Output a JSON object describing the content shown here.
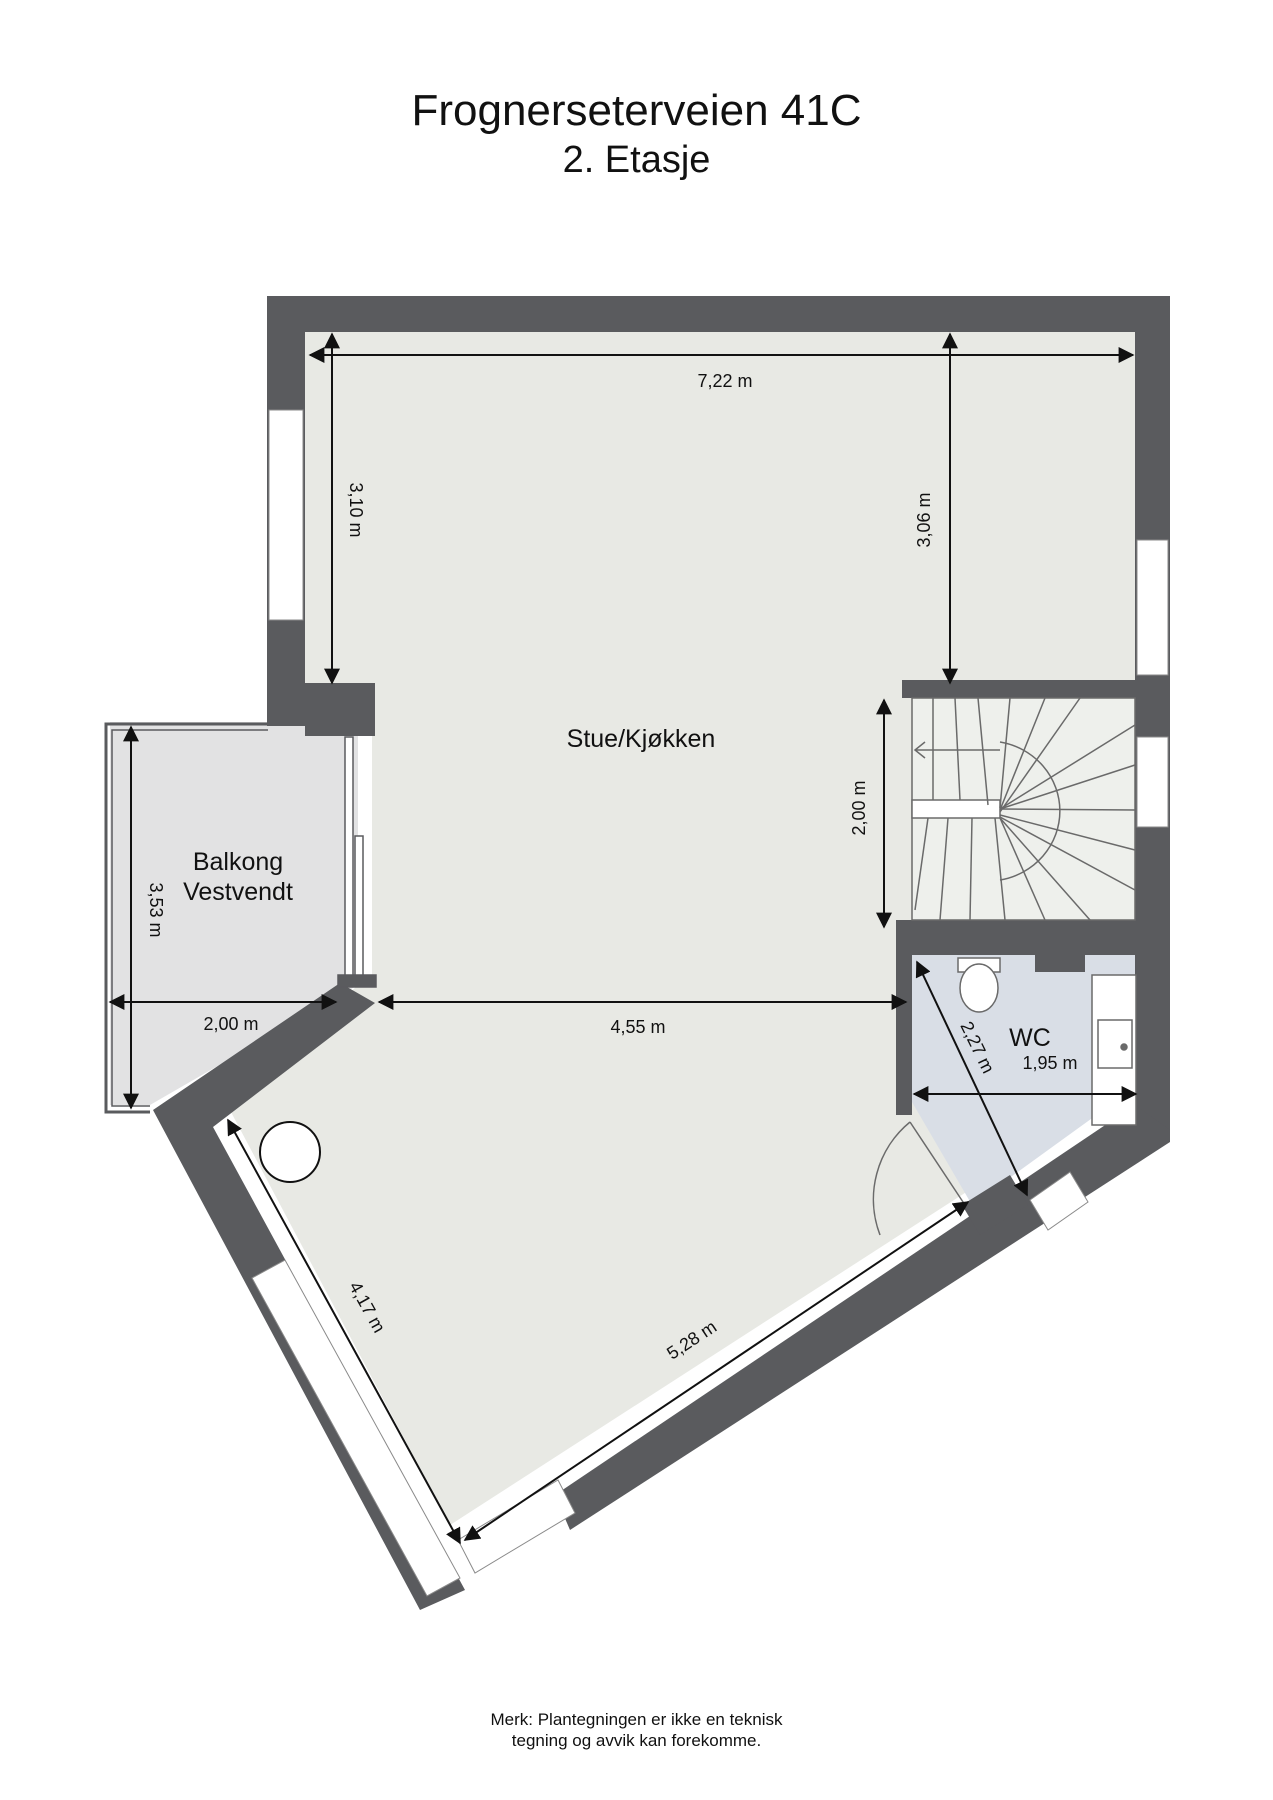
{
  "header": {
    "title": "Frognerseterveien 41C",
    "subtitle": "2. Etasje"
  },
  "rooms": {
    "living": "Stue/Kjøkken",
    "balcony_line1": "Balkong",
    "balcony_line2": "Vestvendt",
    "wc": "WC"
  },
  "dimensions": {
    "living_width": "7,22 m",
    "living_left_height": "3,10 m",
    "living_right_height": "3,06 m",
    "stair_length": "2,00 m",
    "balcony_height": "3,53 m",
    "balcony_width": "2,00 m",
    "living_lower_width": "4,55 m",
    "wc_diagonal": "2,27 m",
    "wc_width": "1,95 m",
    "lower_left_wall": "4,17 m",
    "lower_right_wall": "5,28 m"
  },
  "footer": {
    "note_line1": "Merk: Plantegningen er ikke en teknisk",
    "note_line2": "tegning og avvik kan forekomme."
  },
  "colors": {
    "wall": "#5a5b5e",
    "floor": "#e8e9e4",
    "balcony_floor": "#e2e2e3",
    "wc_floor": "#d9dee6",
    "window": "#ffffff"
  }
}
